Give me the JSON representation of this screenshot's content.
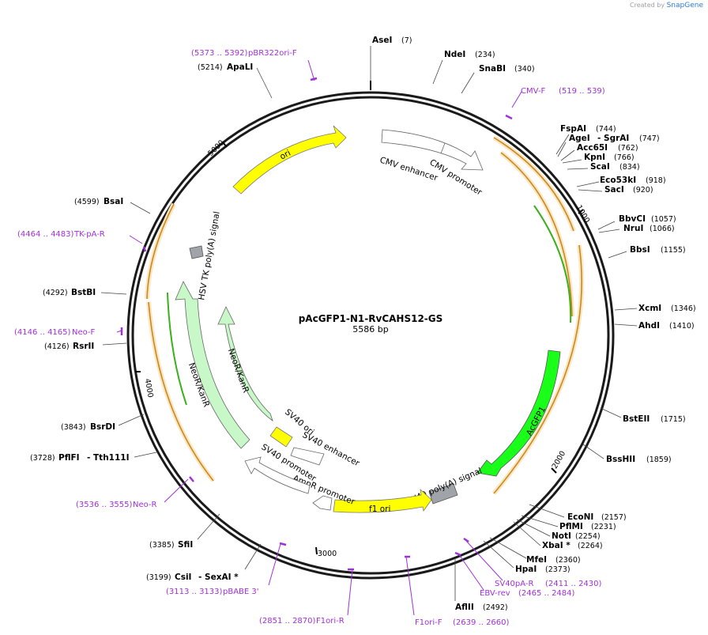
{
  "brand": {
    "prefix": "Created by",
    "name": "SnapGene"
  },
  "plasmid": {
    "name": "pAcGFP1-N1-RvCAHS12-GS",
    "length_label": "5586 bp",
    "length": 5586
  },
  "ticks": [
    "1000",
    "2000",
    "3000",
    "4000",
    "5000"
  ],
  "enzymes": [
    {
      "name": "AseI",
      "pos": "(7)"
    },
    {
      "name": "NdeI",
      "pos": "(234)"
    },
    {
      "name": "SnaBI",
      "pos": "(340)"
    },
    {
      "name": "FspAI",
      "pos": "(744)"
    },
    {
      "name": "AgeI",
      "name2": "- SgrAI",
      "pos": "(747)"
    },
    {
      "name": "Acc65I",
      "pos": "(762)"
    },
    {
      "name": "KpnI",
      "pos": "(766)"
    },
    {
      "name": "ScaI",
      "pos": "(834)"
    },
    {
      "name": "Eco53kI",
      "pos": "(918)"
    },
    {
      "name": "SacI",
      "pos": "(920)"
    },
    {
      "name": "BbvCI",
      "pos": "(1057)"
    },
    {
      "name": "NruI",
      "pos": "(1066)"
    },
    {
      "name": "BbsI",
      "pos": "(1155)"
    },
    {
      "name": "XcmI",
      "pos": "(1346)"
    },
    {
      "name": "AhdI",
      "pos": "(1410)"
    },
    {
      "name": "BstEII",
      "pos": "(1715)"
    },
    {
      "name": "BssHII",
      "pos": "(1859)"
    },
    {
      "name": "EcoNI",
      "pos": "(2157)"
    },
    {
      "name": "PflMI",
      "pos": "(2231)"
    },
    {
      "name": "NotI",
      "pos": "(2254)"
    },
    {
      "name": "XbaI *",
      "pos": "(2264)"
    },
    {
      "name": "MfeI",
      "pos": "(2360)"
    },
    {
      "name": "HpaI",
      "pos": "(2373)"
    },
    {
      "name": "AflII",
      "pos": "(2492)"
    },
    {
      "name": "CsiI",
      "name2": "- SexAI *",
      "pos": "(3199)"
    },
    {
      "name": "SfiI",
      "pos": "(3385)"
    },
    {
      "name": "PflFI",
      "name2": "- Tth111I",
      "pos": "(3728)"
    },
    {
      "name": "BsrDI",
      "pos": "(3843)"
    },
    {
      "name": "RsrII",
      "pos": "(4126)"
    },
    {
      "name": "BstBI",
      "pos": "(4292)"
    },
    {
      "name": "BsaI",
      "pos": "(4599)"
    },
    {
      "name": "ApaLI",
      "pos": "(5214)"
    }
  ],
  "primers": [
    {
      "name": "pBR322ori-F",
      "range": "(5373 .. 5392)"
    },
    {
      "name": "CMV-F",
      "range": "(519 .. 539)"
    },
    {
      "name": "TK-pA-R",
      "range": "(4464 .. 4483)"
    },
    {
      "name": "Neo-F",
      "range": "(4146 .. 4165)"
    },
    {
      "name": "Neo-R",
      "range": "(3536 .. 3555)"
    },
    {
      "name": "pBABE 3'",
      "range": "(3113 .. 3133)"
    },
    {
      "name": "F1ori-R",
      "range": "(2851 .. 2870)"
    },
    {
      "name": "F1ori-F",
      "range": "(2639 .. 2660)"
    },
    {
      "name": "SV40pA-R",
      "range": "(2411 .. 2430)"
    },
    {
      "name": "EBV-rev",
      "range": "(2465 .. 2484)"
    }
  ],
  "features": {
    "ori": "ori",
    "cmv_enhancer": "CMV enhancer",
    "cmv_promoter": "CMV promoter",
    "acgfp1": "AcGFP1",
    "sv40_polya": "SV40 poly(A) signal",
    "f1_ori": "f1 ori",
    "ampr_promoter": "AmpR promoter",
    "sv40_promoter": "SV40 promoter",
    "sv40_enhancer": "SV40 enhancer",
    "sv40_ori": "SV40 ori",
    "neokanr_inner": "NeoR/KanR",
    "neokanr_outer": "NeoR/KanR",
    "hsv_tk_polya": "HSV TK poly(A) signal"
  },
  "colors": {
    "backbone": "#1a1a1a",
    "ori": "#ffff00",
    "acgfp1": "#19ff19",
    "neo": "#c8f7c8",
    "orf_orange": "#f0a030",
    "orf_green": "#3ab019",
    "primer": "#a030d8",
    "polya": "#a0a4a8"
  }
}
